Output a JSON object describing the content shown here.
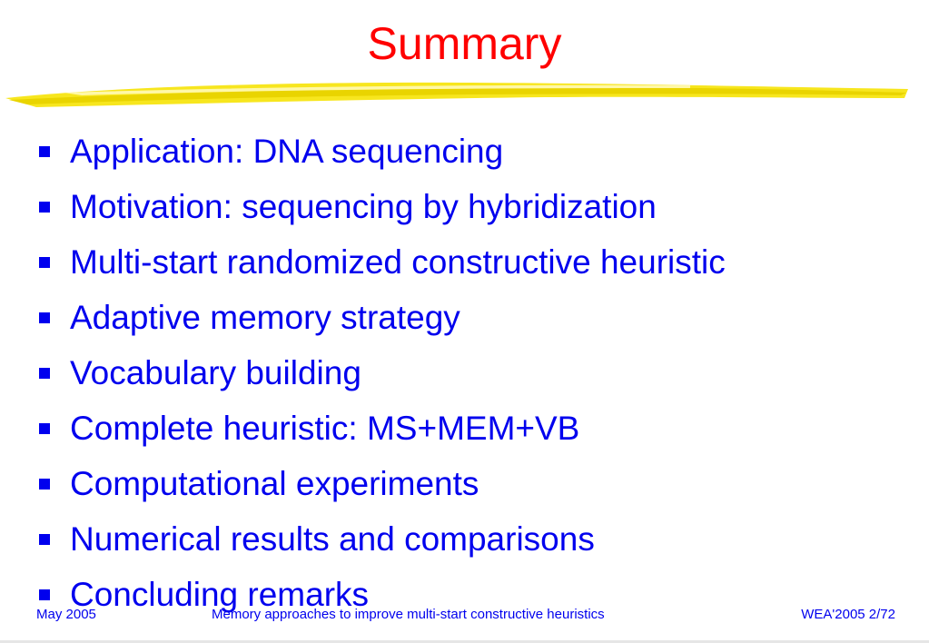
{
  "slide": {
    "title": "Summary",
    "bullets": [
      "Application: DNA sequencing",
      "Motivation: sequencing by hybridization",
      "Multi-start randomized constructive heuristic",
      "Adaptive memory strategy",
      "Vocabulary building",
      "Complete heuristic: MS+MEM+VB",
      "Computational experiments",
      "Numerical results and comparisons",
      "Concluding remarks"
    ],
    "footer": {
      "left": "May 2005",
      "center": "Memory approaches to improve multi-start constructive heuristics",
      "right": "WEA'2005 2/72"
    }
  },
  "colors": {
    "title": "#ff0000",
    "text": "#0000ee",
    "brush": "#f7e61e"
  }
}
